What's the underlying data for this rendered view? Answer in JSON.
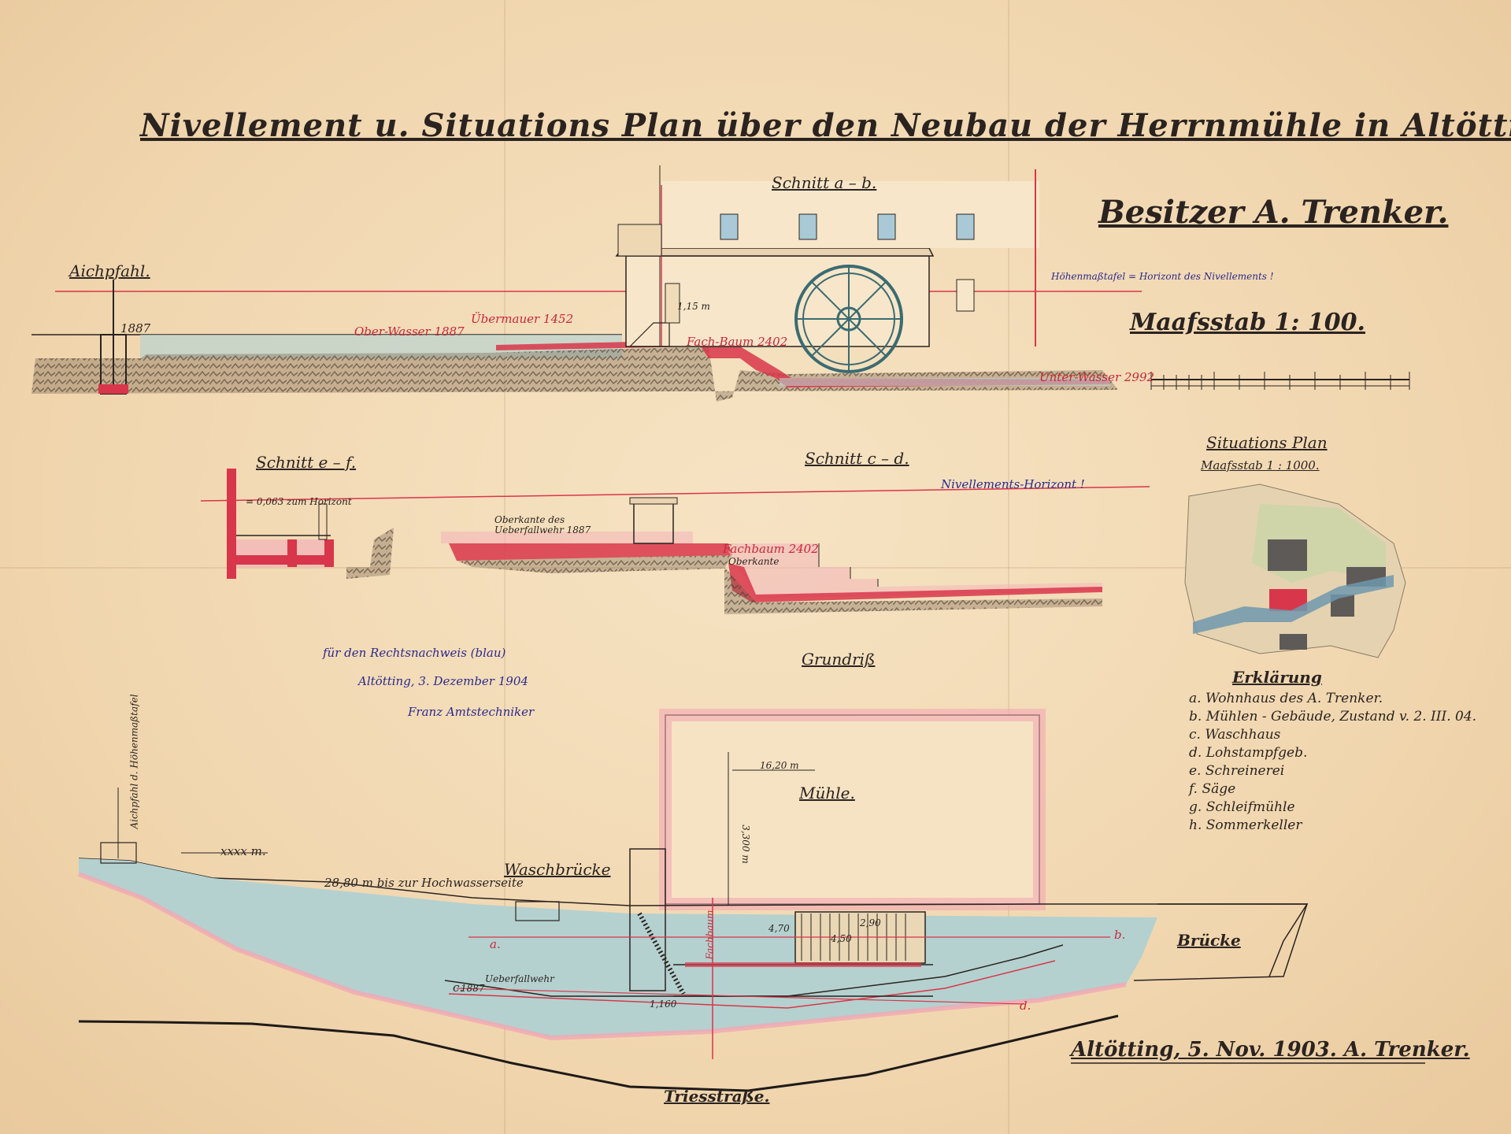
{
  "title": "Nivellement u. Situations Plan über den Neubau der Herrnmühle in Altötting.",
  "owner": "Besitzer A. Trenker.",
  "scale_main": "Maafsstab 1: 100.",
  "sections": {
    "ab": "Schnitt a – b.",
    "ef": "Schnitt e – f.",
    "cd": "Schnitt c – d.",
    "grundriss": "Grundriß"
  },
  "elevation": {
    "aichpfahl": "Aichpfahl.",
    "mark_1887": "1887",
    "oberwasser": "Ober-Wasser 1887",
    "uebermauer": "Übermauer 1452",
    "fachbaum_ab": "Fach-Baum 2402",
    "unterwasser": "Unter-Wasser 2992",
    "horizont_ab": "Höhenmaßtafel = Horizont des Nivellements !",
    "dim_h": "1,15 m"
  },
  "section_ef": {
    "dim": "= 0,063 zum Horizont"
  },
  "section_cd": {
    "oberkante": "Oberkante des Ueberfallwehr 1887",
    "fachbaum": "Fachbaum 2402",
    "oberkante_small": "Oberkante",
    "horizont": "Nivellements-Horizont !"
  },
  "approval": {
    "line1": "für den Rechtsnachweis (blau)",
    "line2": "Altötting, 3. Dezember 1904",
    "line3": "Franz Amtstechniker"
  },
  "situation": {
    "title": "Situations Plan",
    "scale": "Maafsstab 1 : 1000."
  },
  "legend": {
    "title": "Erklärung",
    "items": [
      "a. Wohnhaus des A. Trenker.",
      "b. Mühlen - Gebäude, Zustand v. 2. III. 04.",
      "c. Waschhaus",
      "d. Lohstampfgeb.",
      "e. Schreinerei",
      "f. Säge",
      "g. Schleifmühle",
      "h. Sommerkeller"
    ]
  },
  "plan": {
    "muehle": "Mühle.",
    "dim_width": "16,20 m",
    "dim_height": "3,300 m",
    "waschbruecke": "Waschbrücke",
    "distance": "28,80 m bis zur Hochwasserseite",
    "bruecke": "Brücke",
    "triesstrasse": "Triesstraße.",
    "ueberfallwehr": "Ueberfallwehr",
    "mark_1887": "1887",
    "letter_a": "a.",
    "letter_b": "b.",
    "letter_c": "c.",
    "letter_d": "d.",
    "dim_1": "4,70",
    "dim_2": "4,50",
    "dim_3": "2,90",
    "dim_4": "1,160",
    "fachbaum": "Fachbaum",
    "aichpfahl_note": "Aichpfahl d. Höhenmaßtafel",
    "survey_x": "xxxx m."
  },
  "signature": "Altötting, 5. Nov. 1903. A. Trenker."
}
